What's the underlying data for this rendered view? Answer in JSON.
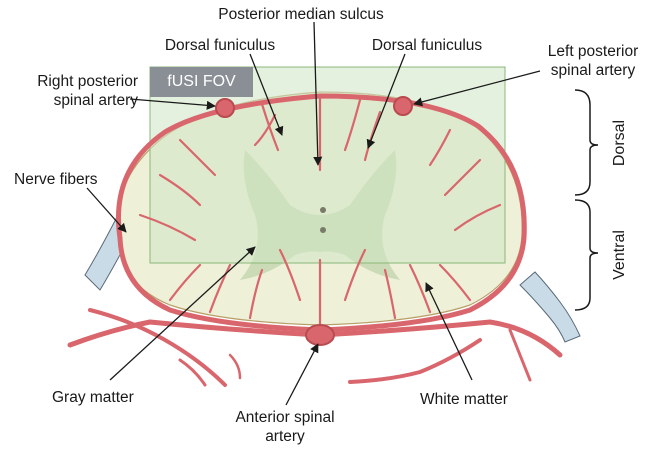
{
  "labels": {
    "posterior_median_sulcus": "Posterior median sulcus",
    "dorsal_funiculus_left": "Dorsal funiculus",
    "dorsal_funiculus_right": "Dorsal funiculus",
    "right_posterior_spinal_artery": [
      "Right posterior",
      "spinal artery"
    ],
    "left_posterior_spinal_artery": [
      "Left posterior",
      "spinal artery"
    ],
    "nerve_fibers": "Nerve fibers",
    "gray_matter": "Gray matter",
    "white_matter": "White matter",
    "anterior_spinal_artery": [
      "Anterior spinal",
      "artery"
    ],
    "fusi_fov": "fUSI FOV",
    "dorsal": "Dorsal",
    "ventral": "Ventral"
  },
  "colors": {
    "fov_fill": "#cfe6c4",
    "fov_border": "#8ab87a",
    "fov_label_bg": "#8a8f96",
    "vessel": "#d9666c",
    "vessel_dark": "#b84a50",
    "white_matter": "#eef0d8",
    "gray_matter": "#c8d8b4",
    "nerve": "#c9dbe6",
    "text": "#1a1a1a"
  }
}
